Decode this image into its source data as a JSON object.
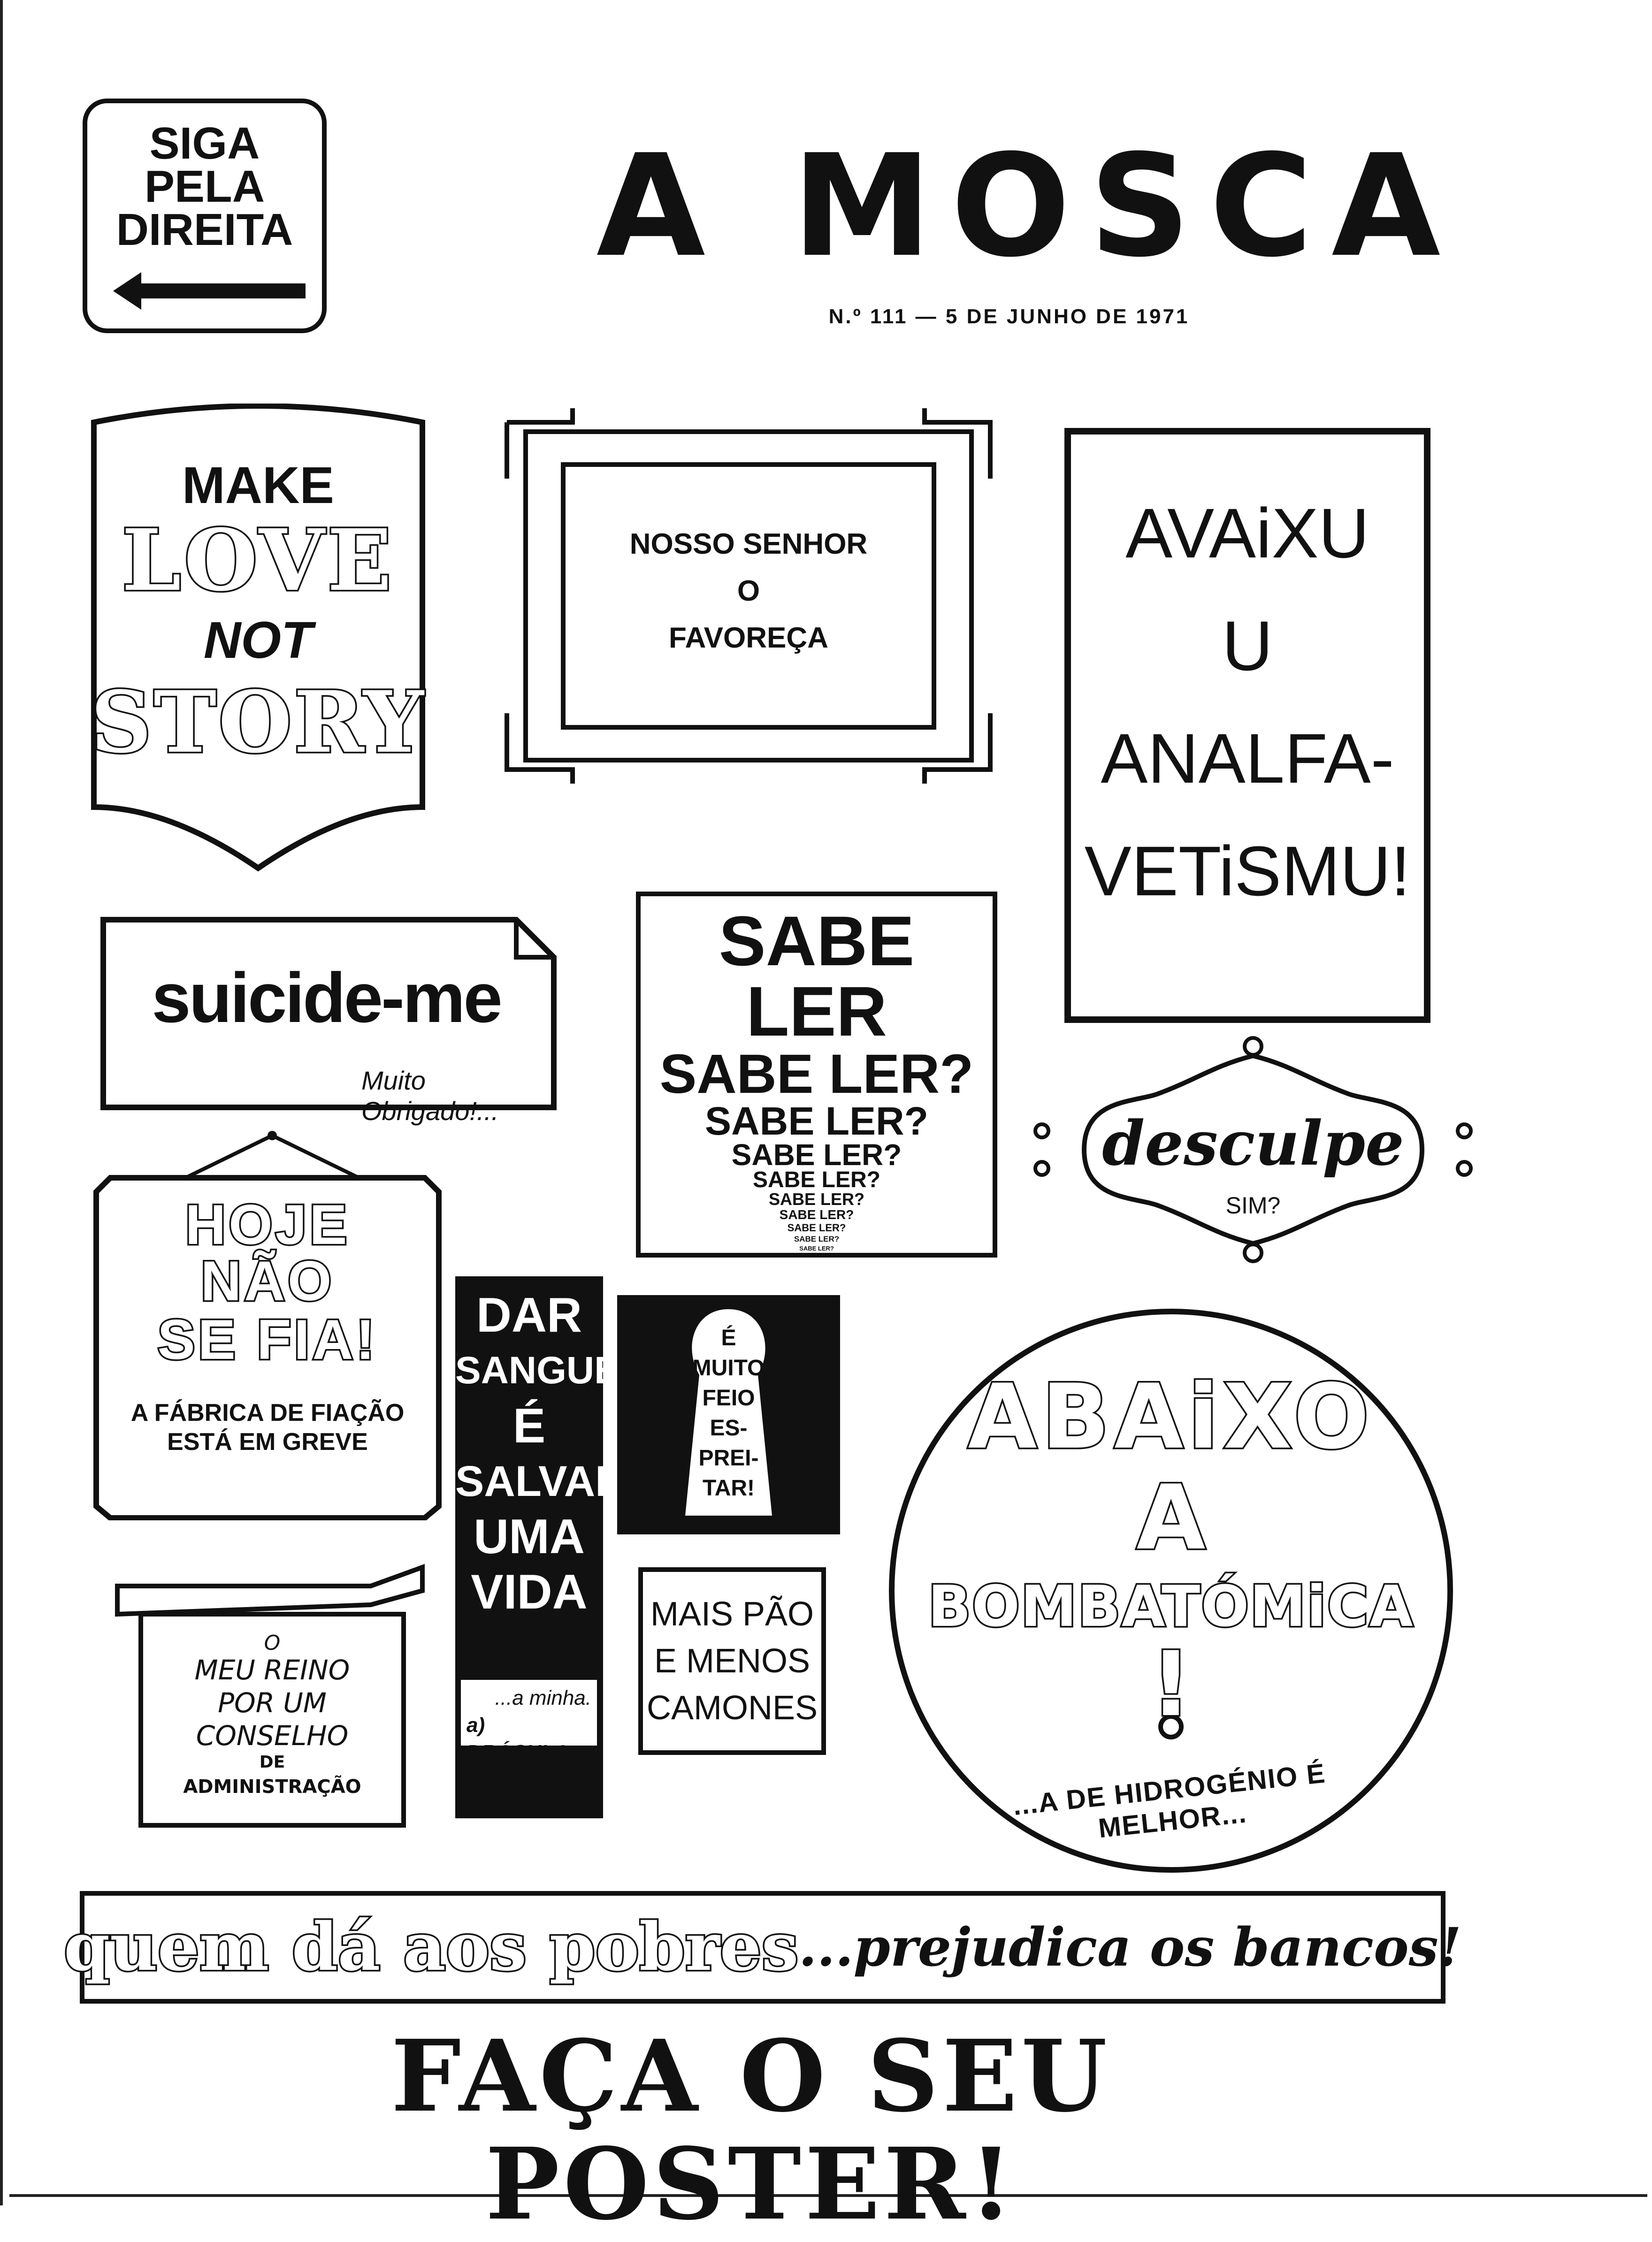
{
  "masthead": {
    "title": "A MOSCA",
    "issue": "N.º 111 — 5 DE JUNHO DE 1971"
  },
  "signs": {
    "siga": {
      "lines": [
        "SIGA",
        "PELA",
        "DIREITA"
      ],
      "icon": "arrow-left-icon"
    },
    "make_love": {
      "line1": "MAKE",
      "line2": "LOVE",
      "line3": "NOT",
      "line4": "STORY"
    },
    "nosso_senhor": {
      "lines": [
        "NOSSO SENHOR",
        "O",
        "FAVOREÇA"
      ]
    },
    "avaixu": {
      "lines": [
        "AVAiXU",
        "U",
        "ANALFA-",
        "VETiSMU!"
      ]
    },
    "suicide": {
      "main": "suicide-me",
      "sub": "Muito Obrigado!..."
    },
    "sabe_ler": {
      "lines": [
        "SABE LER",
        "SABE LER?",
        "SABE LER?",
        "SABE LER?",
        "SABE LER?",
        "SABE LER?",
        "SABE LER?",
        "SABE LER?",
        "SABE LER?",
        "SABE LER?"
      ]
    },
    "desculpe": {
      "main": "desculpe",
      "sub": "SIM?"
    },
    "hoje": {
      "lines": [
        "HOJE",
        "NÃO",
        "SE FIA!"
      ],
      "note1": "A FÁBRICA DE FIAÇÃO",
      "note2": "ESTÁ EM GREVE"
    },
    "dar_sangue": {
      "lines": [
        "DAR",
        "SANGUE",
        "É",
        "SALVAR",
        "UMA",
        "VIDA"
      ],
      "sig1": "...a minha.",
      "sig2": "a) DRÁCULA"
    },
    "espreitar": {
      "lines": [
        "É",
        "MUITO",
        "FEIO",
        "ES-",
        "PREI-",
        "TAR!"
      ]
    },
    "abaixo": {
      "lines": [
        "ABAiXO",
        "A",
        "BOMBATÓMiCA"
      ],
      "mark": "!",
      "arc": "...A DE HIDROGÉNIO É MELHOR..."
    },
    "meu_reino": {
      "lines": [
        "O",
        "MEU REINO",
        "POR UM",
        "CONSELHO",
        "DE",
        "ADMINISTRAÇÃO"
      ]
    },
    "mais_pao": {
      "lines": [
        "MAIS PÃO",
        "E MENOS",
        "CAMONES"
      ]
    },
    "banner": {
      "left": "quem dá aos pobres",
      "right": "...prejudica os bancos!"
    }
  },
  "footer": {
    "headline": "FAÇA O SEU POSTER!"
  }
}
